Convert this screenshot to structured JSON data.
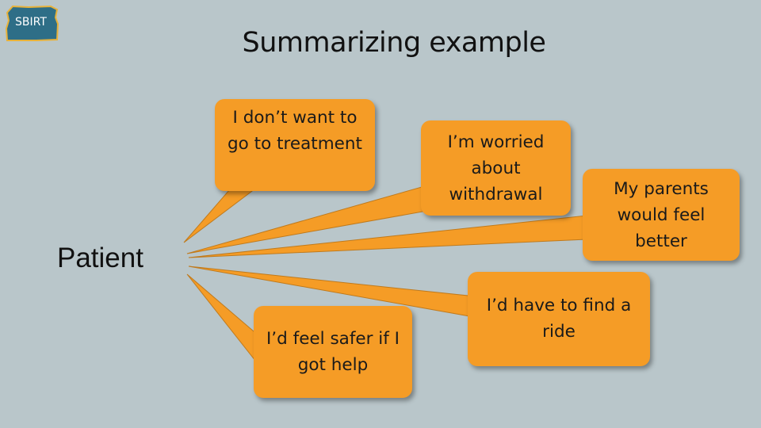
{
  "logo": {
    "text": "SBIRT"
  },
  "slide": {
    "title": "Summarizing example",
    "speaker_label": "Patient"
  },
  "bubbles": [
    {
      "text": "I don’t want to go to treatment"
    },
    {
      "text": "I’m worried about withdrawal"
    },
    {
      "text": "My parents would feel better"
    },
    {
      "text": "I’d feel safer if I got help"
    },
    {
      "text": "I’d have to find a ride"
    }
  ],
  "colors": {
    "background": "#b9c6ca",
    "bubble_fill": "#f59c26",
    "logo_fill": "#2e6e87",
    "logo_border": "#e8b23a"
  }
}
